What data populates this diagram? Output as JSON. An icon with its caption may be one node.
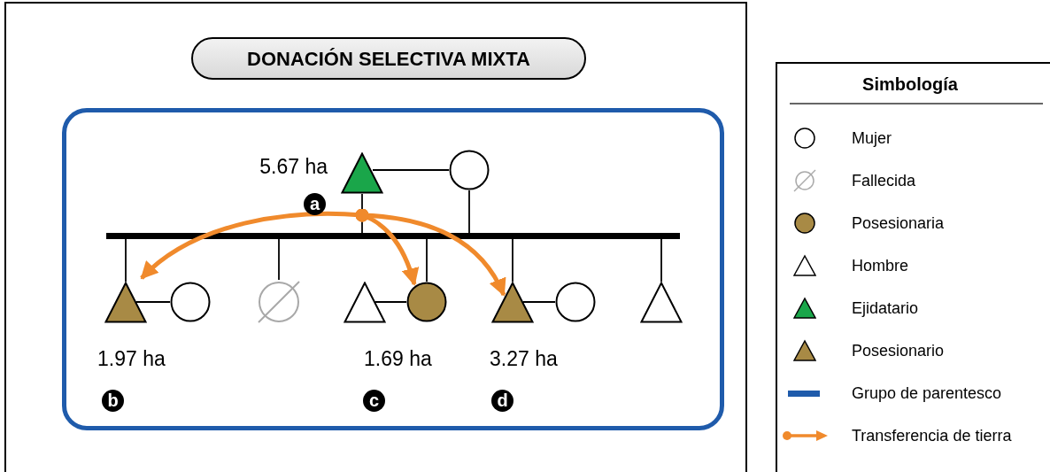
{
  "diagram": {
    "nodes": [
      {
        "text": [
          "DONACIÓN SELECTIVA MIXTA"
        ]
      },
      {
        "text": [],
        "shape": "box"
      },
      {
        "text": [],
        "shape": "triangle",
        "in": 1,
        "beside": [
          "5.67 ha",
          "a"
        ]
      },
      {
        "text": [],
        "shape": "circle",
        "in": 1
      },
      {
        "text": [],
        "shape": "bar",
        "in": 1
      },
      {
        "text": [],
        "shape": "triangle",
        "in": 1,
        "beside": [
          "1.97 ha",
          "b"
        ]
      },
      {
        "text": [],
        "shape": "circle",
        "in": 1
      },
      {
        "text": [],
        "shape": "circle",
        "in": 1
      },
      {
        "text": [],
        "shape": "triangle",
        "in": 1
      },
      {
        "text": [],
        "shape": "circle",
        "in": 1,
        "beside": [
          "1.69 ha",
          "c"
        ]
      },
      {
        "text": [],
        "shape": "triangle",
        "in": 1,
        "beside": [
          "3.27 ha",
          "d"
        ]
      },
      {
        "text": [],
        "shape": "circle",
        "in": 1
      },
      {
        "text": [],
        "shape": "triangle",
        "in": 1
      }
    ],
    "edges": [
      {
        "from": 2,
        "to": 3,
        "arrow": "none"
      },
      {
        "from": 2,
        "to": 4,
        "arrow": "none"
      },
      {
        "from": 3,
        "to": 4,
        "arrow": "none"
      },
      {
        "from": 4,
        "to": 5,
        "arrow": "none"
      },
      {
        "from": 5,
        "to": 6,
        "arrow": "none"
      },
      {
        "from": 4,
        "to": 7,
        "arrow": "none"
      },
      {
        "from": 4,
        "to": 9,
        "arrow": "none"
      },
      {
        "from": 8,
        "to": 9,
        "arrow": "none"
      },
      {
        "from": 4,
        "to": 10,
        "arrow": "none"
      },
      {
        "from": 10,
        "to": 11,
        "arrow": "none"
      },
      {
        "from": 4,
        "to": 12,
        "arrow": "none"
      },
      {
        "from": 2,
        "to": 5,
        "arrow": "to",
        "style": "thick",
        "color": "#f08a2c"
      },
      {
        "from": 2,
        "to": 9,
        "arrow": "to",
        "style": "thick",
        "color": "#f08a2c"
      },
      {
        "from": 2,
        "to": 10,
        "arrow": "to",
        "style": "thick",
        "color": "#f08a2c"
      }
    ],
    "labels": [
      "Simbología"
    ],
    "legend": [
      {
        "text": "Mujer"
      },
      {
        "text": "Fallecida"
      },
      {
        "text": "Posesionaria"
      },
      {
        "text": "Hombre"
      },
      {
        "text": "Ejidatario"
      },
      {
        "text": "Posesionario"
      },
      {
        "text": "Grupo de parentesco",
        "color": "#1f5bab"
      },
      {
        "text": "Transferencia de tierra"
      }
    ]
  }
}
